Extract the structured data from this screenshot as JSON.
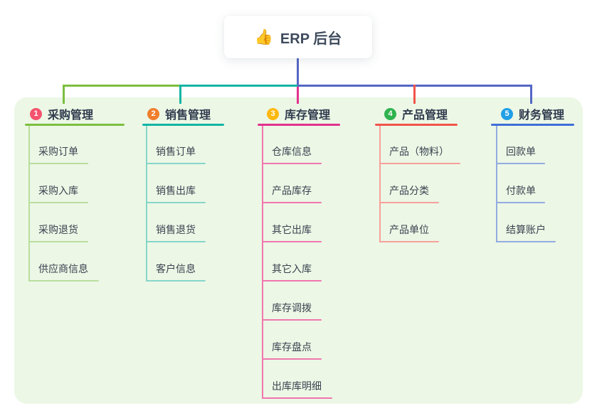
{
  "root": {
    "icon": "👍",
    "label": "ERP 后台",
    "line_color": "#5667c4"
  },
  "panel_bg": "#ecf7e6",
  "branches": [
    {
      "number": "1",
      "label": "采购管理",
      "badge_color": "#f4536e",
      "line_color": "#7cbf3f",
      "light_color": "#b9de9d",
      "children": [
        "采购订单",
        "采购入库",
        "采购退货",
        "供应商信息"
      ]
    },
    {
      "number": "2",
      "label": "销售管理",
      "badge_color": "#f07e2d",
      "line_color": "#13b5a4",
      "light_color": "#86d6c9",
      "children": [
        "销售订单",
        "销售出库",
        "销售退货",
        "客户信息"
      ]
    },
    {
      "number": "3",
      "label": "库存管理",
      "badge_color": "#fdb811",
      "line_color": "#e2338e",
      "light_color": "#f176af",
      "children": [
        "仓库信息",
        "产品库存",
        "其它出库",
        "其它入库",
        "库存调拨",
        "库存盘点",
        "出库库明细"
      ]
    },
    {
      "number": "4",
      "label": "产品管理",
      "badge_color": "#2fb34f",
      "line_color": "#f2544a",
      "light_color": "#f7a09a",
      "children": [
        "产品（物料）",
        "产品分类",
        "产品单位"
      ]
    },
    {
      "number": "5",
      "label": "财务管理",
      "badge_color": "#209fe6",
      "line_color": "#3f6ed6",
      "light_color": "#93abdf",
      "children": [
        "回款单",
        "付款单",
        "结算账户"
      ]
    }
  ]
}
